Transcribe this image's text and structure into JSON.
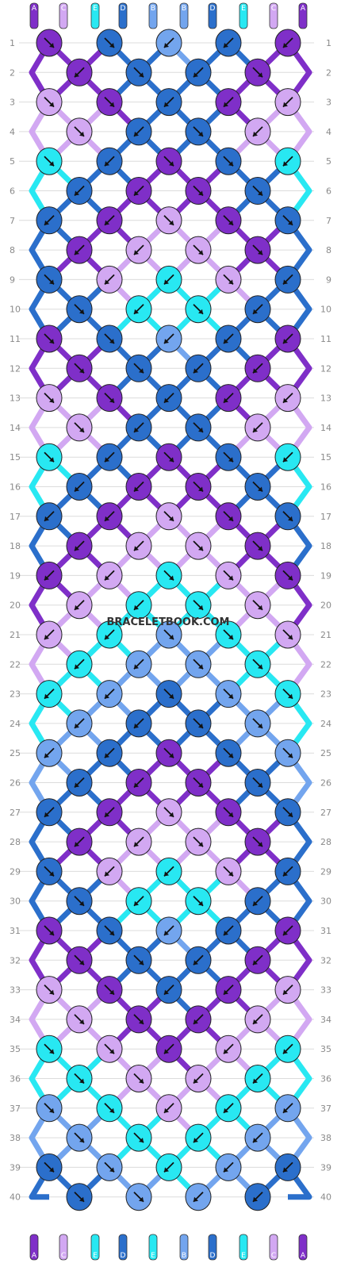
{
  "watermark": "BRACELETBOOK.COM",
  "colors": {
    "A": "#7f2fc8",
    "C": "#d2a8f2",
    "E": "#28e8f2",
    "D": "#2b6fcb",
    "B": "#73a5ee"
  },
  "strands_top": [
    "A",
    "C",
    "E",
    "D",
    "B",
    "B",
    "D",
    "E",
    "C",
    "A"
  ],
  "strands_bottom": [
    "A",
    "C",
    "E",
    "D",
    "E",
    "B",
    "D",
    "E",
    "C",
    "A"
  ],
  "row_labels": [
    "1",
    "2",
    "3",
    "4",
    "5",
    "6",
    "7",
    "8",
    "9",
    "10",
    "11",
    "12",
    "13",
    "14",
    "15",
    "16",
    "17",
    "18",
    "19",
    "20",
    "21",
    "22",
    "23",
    "24",
    "25",
    "26",
    "27",
    "28",
    "29",
    "30",
    "31",
    "32",
    "33",
    "34",
    "35",
    "36",
    "37",
    "38",
    "39",
    "40"
  ],
  "knot_rows": [
    [
      {
        "c": "A",
        "d": "se"
      },
      {
        "c": "D",
        "d": "se"
      },
      {
        "c": "B",
        "d": "sw"
      },
      {
        "c": "D",
        "d": "sw"
      },
      {
        "c": "A",
        "d": "sw"
      }
    ],
    [
      {
        "c": "A",
        "d": "sw"
      },
      {
        "c": "D",
        "d": "se"
      },
      {
        "c": "D",
        "d": "sw"
      },
      {
        "c": "A",
        "d": "se"
      }
    ],
    [
      {
        "c": "C",
        "d": "se"
      },
      {
        "c": "A",
        "d": "se"
      },
      {
        "c": "D",
        "d": "sw"
      },
      {
        "c": "A",
        "d": "sw"
      },
      {
        "c": "C",
        "d": "sw"
      }
    ],
    [
      {
        "c": "C",
        "d": "se"
      },
      {
        "c": "D",
        "d": "sw"
      },
      {
        "c": "D",
        "d": "se"
      },
      {
        "c": "C",
        "d": "sw"
      }
    ],
    [
      {
        "c": "E",
        "d": "se"
      },
      {
        "c": "D",
        "d": "sw"
      },
      {
        "c": "A",
        "d": "se"
      },
      {
        "c": "D",
        "d": "se"
      },
      {
        "c": "E",
        "d": "sw"
      }
    ],
    [
      {
        "c": "D",
        "d": "sw"
      },
      {
        "c": "A",
        "d": "sw"
      },
      {
        "c": "A",
        "d": "se"
      },
      {
        "c": "D",
        "d": "se"
      }
    ],
    [
      {
        "c": "D",
        "d": "sw"
      },
      {
        "c": "A",
        "d": "sw"
      },
      {
        "c": "C",
        "d": "se"
      },
      {
        "c": "A",
        "d": "se"
      },
      {
        "c": "D",
        "d": "se"
      }
    ],
    [
      {
        "c": "A",
        "d": "sw"
      },
      {
        "c": "C",
        "d": "sw"
      },
      {
        "c": "C",
        "d": "se"
      },
      {
        "c": "A",
        "d": "se"
      }
    ],
    [
      {
        "c": "D",
        "d": "se"
      },
      {
        "c": "C",
        "d": "sw"
      },
      {
        "c": "E",
        "d": "sw"
      },
      {
        "c": "C",
        "d": "se"
      },
      {
        "c": "D",
        "d": "sw"
      }
    ],
    [
      {
        "c": "D",
        "d": "se"
      },
      {
        "c": "E",
        "d": "sw"
      },
      {
        "c": "E",
        "d": "se"
      },
      {
        "c": "D",
        "d": "sw"
      }
    ],
    [
      {
        "c": "A",
        "d": "se"
      },
      {
        "c": "D",
        "d": "se"
      },
      {
        "c": "B",
        "d": "sw"
      },
      {
        "c": "D",
        "d": "sw"
      },
      {
        "c": "A",
        "d": "sw"
      }
    ],
    [
      {
        "c": "A",
        "d": "se"
      },
      {
        "c": "D",
        "d": "se"
      },
      {
        "c": "D",
        "d": "sw"
      },
      {
        "c": "A",
        "d": "sw"
      }
    ],
    [
      {
        "c": "C",
        "d": "se"
      },
      {
        "c": "A",
        "d": "se"
      },
      {
        "c": "D",
        "d": "sw"
      },
      {
        "c": "A",
        "d": "sw"
      },
      {
        "c": "C",
        "d": "sw"
      }
    ],
    [
      {
        "c": "C",
        "d": "se"
      },
      {
        "c": "D",
        "d": "sw"
      },
      {
        "c": "D",
        "d": "se"
      },
      {
        "c": "C",
        "d": "sw"
      }
    ],
    [
      {
        "c": "E",
        "d": "se"
      },
      {
        "c": "D",
        "d": "sw"
      },
      {
        "c": "A",
        "d": "se"
      },
      {
        "c": "D",
        "d": "se"
      },
      {
        "c": "E",
        "d": "sw"
      }
    ],
    [
      {
        "c": "D",
        "d": "sw"
      },
      {
        "c": "A",
        "d": "sw"
      },
      {
        "c": "A",
        "d": "se"
      },
      {
        "c": "D",
        "d": "se"
      }
    ],
    [
      {
        "c": "D",
        "d": "sw"
      },
      {
        "c": "A",
        "d": "sw"
      },
      {
        "c": "C",
        "d": "se"
      },
      {
        "c": "A",
        "d": "se"
      },
      {
        "c": "D",
        "d": "se"
      }
    ],
    [
      {
        "c": "A",
        "d": "sw"
      },
      {
        "c": "C",
        "d": "sw"
      },
      {
        "c": "C",
        "d": "se"
      },
      {
        "c": "A",
        "d": "se"
      }
    ],
    [
      {
        "c": "A",
        "d": "sw"
      },
      {
        "c": "C",
        "d": "sw"
      },
      {
        "c": "E",
        "d": "se"
      },
      {
        "c": "C",
        "d": "se"
      },
      {
        "c": "A",
        "d": "se"
      }
    ],
    [
      {
        "c": "C",
        "d": "sw"
      },
      {
        "c": "E",
        "d": "sw"
      },
      {
        "c": "E",
        "d": "se"
      },
      {
        "c": "C",
        "d": "se"
      }
    ],
    [
      {
        "c": "C",
        "d": "sw"
      },
      {
        "c": "E",
        "d": "sw"
      },
      {
        "c": "B",
        "d": "se"
      },
      {
        "c": "E",
        "d": "se"
      },
      {
        "c": "C",
        "d": "se"
      }
    ],
    [
      {
        "c": "E",
        "d": "sw"
      },
      {
        "c": "B",
        "d": "sw"
      },
      {
        "c": "B",
        "d": "se"
      },
      {
        "c": "E",
        "d": "se"
      }
    ],
    [
      {
        "c": "E",
        "d": "sw"
      },
      {
        "c": "B",
        "d": "sw"
      },
      {
        "c": "D",
        "d": "se"
      },
      {
        "c": "B",
        "d": "se"
      },
      {
        "c": "E",
        "d": "se"
      }
    ],
    [
      {
        "c": "B",
        "d": "sw"
      },
      {
        "c": "D",
        "d": "sw"
      },
      {
        "c": "D",
        "d": "se"
      },
      {
        "c": "B",
        "d": "se"
      }
    ],
    [
      {
        "c": "B",
        "d": "sw"
      },
      {
        "c": "D",
        "d": "sw"
      },
      {
        "c": "A",
        "d": "se"
      },
      {
        "c": "D",
        "d": "se"
      },
      {
        "c": "B",
        "d": "se"
      }
    ],
    [
      {
        "c": "D",
        "d": "sw"
      },
      {
        "c": "A",
        "d": "sw"
      },
      {
        "c": "A",
        "d": "se"
      },
      {
        "c": "D",
        "d": "se"
      }
    ],
    [
      {
        "c": "D",
        "d": "sw"
      },
      {
        "c": "A",
        "d": "sw"
      },
      {
        "c": "C",
        "d": "se"
      },
      {
        "c": "A",
        "d": "se"
      },
      {
        "c": "D",
        "d": "se"
      }
    ],
    [
      {
        "c": "A",
        "d": "sw"
      },
      {
        "c": "C",
        "d": "sw"
      },
      {
        "c": "C",
        "d": "se"
      },
      {
        "c": "A",
        "d": "se"
      }
    ],
    [
      {
        "c": "D",
        "d": "se"
      },
      {
        "c": "C",
        "d": "sw"
      },
      {
        "c": "E",
        "d": "sw"
      },
      {
        "c": "C",
        "d": "se"
      },
      {
        "c": "D",
        "d": "sw"
      }
    ],
    [
      {
        "c": "D",
        "d": "se"
      },
      {
        "c": "E",
        "d": "sw"
      },
      {
        "c": "E",
        "d": "se"
      },
      {
        "c": "D",
        "d": "sw"
      }
    ],
    [
      {
        "c": "A",
        "d": "se"
      },
      {
        "c": "D",
        "d": "se"
      },
      {
        "c": "B",
        "d": "sw"
      },
      {
        "c": "D",
        "d": "sw"
      },
      {
        "c": "A",
        "d": "sw"
      }
    ],
    [
      {
        "c": "A",
        "d": "se"
      },
      {
        "c": "D",
        "d": "se"
      },
      {
        "c": "D",
        "d": "sw"
      },
      {
        "c": "A",
        "d": "sw"
      }
    ],
    [
      {
        "c": "C",
        "d": "se"
      },
      {
        "c": "A",
        "d": "se"
      },
      {
        "c": "D",
        "d": "sw"
      },
      {
        "c": "A",
        "d": "sw"
      },
      {
        "c": "C",
        "d": "sw"
      }
    ],
    [
      {
        "c": "C",
        "d": "se"
      },
      {
        "c": "A",
        "d": "se"
      },
      {
        "c": "A",
        "d": "sw"
      },
      {
        "c": "C",
        "d": "sw"
      }
    ],
    [
      {
        "c": "E",
        "d": "se"
      },
      {
        "c": "C",
        "d": "se"
      },
      {
        "c": "A",
        "d": "sw"
      },
      {
        "c": "C",
        "d": "sw"
      },
      {
        "c": "E",
        "d": "sw"
      }
    ],
    [
      {
        "c": "E",
        "d": "se"
      },
      {
        "c": "C",
        "d": "se"
      },
      {
        "c": "C",
        "d": "sw"
      },
      {
        "c": "E",
        "d": "sw"
      }
    ],
    [
      {
        "c": "B",
        "d": "se"
      },
      {
        "c": "E",
        "d": "se"
      },
      {
        "c": "C",
        "d": "sw"
      },
      {
        "c": "E",
        "d": "sw"
      },
      {
        "c": "B",
        "d": "sw"
      }
    ],
    [
      {
        "c": "B",
        "d": "se"
      },
      {
        "c": "E",
        "d": "se"
      },
      {
        "c": "E",
        "d": "sw"
      },
      {
        "c": "B",
        "d": "sw"
      }
    ],
    [
      {
        "c": "D",
        "d": "se"
      },
      {
        "c": "B",
        "d": "se"
      },
      {
        "c": "E",
        "d": "sw"
      },
      {
        "c": "B",
        "d": "sw"
      },
      {
        "c": "D",
        "d": "sw"
      }
    ],
    [
      {
        "c": "D",
        "d": "se"
      },
      {
        "c": "B",
        "d": "se"
      },
      {
        "c": "B",
        "d": "sw"
      },
      {
        "c": "D",
        "d": "sw"
      }
    ]
  ]
}
